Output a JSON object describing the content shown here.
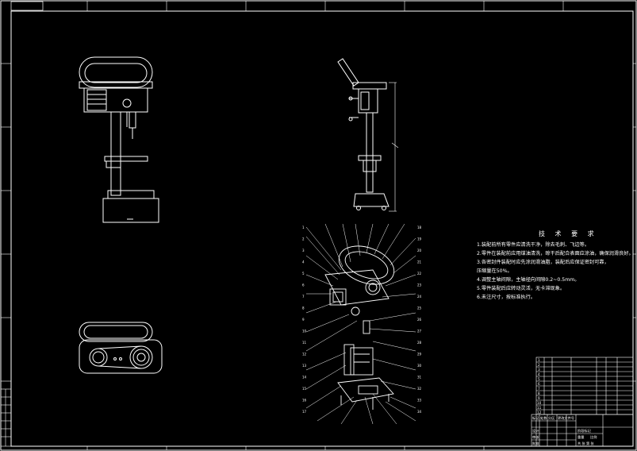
{
  "technical_requirements": {
    "title": "技 术 要 求",
    "items": [
      "1.装配前所有零件应清洗干净，除去毛刺、飞边等。",
      "2.零件在装配前应用煤油清洗，晾干后配合表面应涂油，确保润滑良好。",
      "3.各密封件装配时应先涂润滑油脂，装配后应保证密封可靠，",
      "   压缩量在50%。",
      "4.调整主轴间隙，主轴径向间隙0.2~0.5mm。",
      "5.零件装配后应转动灵活，无卡滞现象。",
      "6.未注尺寸，按标准执行。"
    ]
  },
  "title_block": {
    "rows": [
      "1",
      "2",
      "3",
      "4",
      "5",
      "6",
      "7",
      "8",
      "9",
      "10",
      "11",
      "12",
      "13",
      "14",
      "15"
    ],
    "labels": [
      "标记",
      "处数",
      "分区",
      "更改文件号",
      "签名",
      "年、月、日",
      "设计",
      "标准化",
      "审核",
      "工艺",
      "批准",
      "阶段标记",
      "重量",
      "比例",
      "共 张 第 张"
    ]
  },
  "leader_labels_left": [
    "1",
    "2",
    "3",
    "4",
    "5",
    "6",
    "7",
    "8",
    "9",
    "10",
    "11",
    "12",
    "13",
    "14",
    "15",
    "16",
    "17"
  ],
  "leader_labels_right": [
    "18",
    "19",
    "20",
    "21",
    "22",
    "23",
    "24",
    "25",
    "26",
    "27",
    "28",
    "29",
    "30",
    "31",
    "32",
    "33",
    "34"
  ]
}
